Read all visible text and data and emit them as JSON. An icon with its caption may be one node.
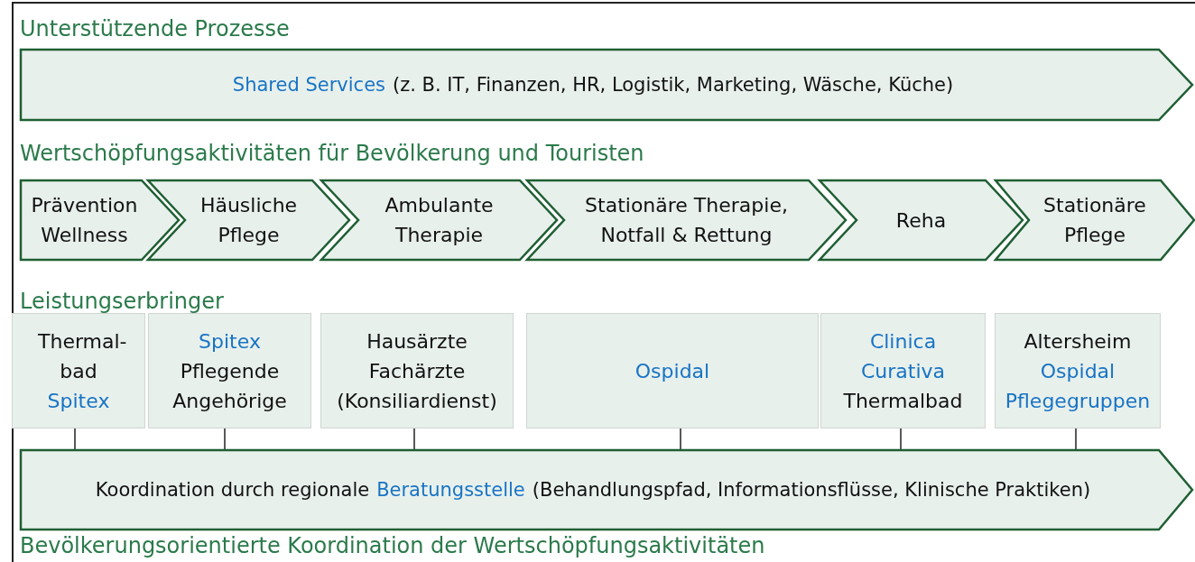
{
  "diagram": {
    "nodes": [
      {
        "text": [
          "Shared Services",
          "(z. B. IT, Finanzen, HR, Logistik, Marketing, Wäsche, Küche)"
        ]
      },
      {
        "text": [
          "Prävention",
          "Wellness"
        ]
      },
      {
        "text": [
          "Häusliche",
          "Pflege"
        ]
      },
      {
        "text": [
          "Ambulante",
          "Therapie"
        ]
      },
      {
        "text": [
          "Stationäre Therapie,",
          "Notfall & Rettung"
        ]
      },
      {
        "text": [
          "Reha"
        ]
      },
      {
        "text": [
          "Stationäre",
          "Pflege"
        ]
      },
      {
        "text": [
          "Thermal- bad",
          "Spitex"
        ]
      },
      {
        "text": [
          "Spitex",
          "Pflegende Angehörige"
        ]
      },
      {
        "text": [
          "Hausärzte",
          "Fachärzte",
          "(Konsiliardienst)"
        ]
      },
      {
        "text": [
          "Ospidal"
        ]
      },
      {
        "text": [
          "Clinica Curativa",
          "Thermalbad"
        ]
      },
      {
        "text": [
          "Altersheim",
          "Ospidal",
          "Pflegegruppen"
        ]
      },
      {
        "text": [
          "Koordination durch regionale",
          "Beratungsstelle",
          "(Behandlungspfad, Informationsflüsse, Klinische Praktiken)"
        ]
      }
    ],
    "edges": [
      {
        "from": 7,
        "to": 13,
        "arrow": "none"
      },
      {
        "from": 8,
        "to": 13,
        "arrow": "none"
      },
      {
        "from": 9,
        "to": 13,
        "arrow": "none"
      },
      {
        "from": 10,
        "to": 13,
        "arrow": "none"
      },
      {
        "from": 11,
        "to": 13,
        "arrow": "none"
      },
      {
        "from": 12,
        "to": 13,
        "arrow": "none"
      }
    ],
    "labels": [
      "Unterstützende Prozesse",
      "Wertschöpfungsaktivitäten für Bevölkerung und Touristen",
      "Leistungserbringer",
      "Bevölkerungsorientierte Koordination der Wertschöpfungsaktivitäten"
    ]
  }
}
